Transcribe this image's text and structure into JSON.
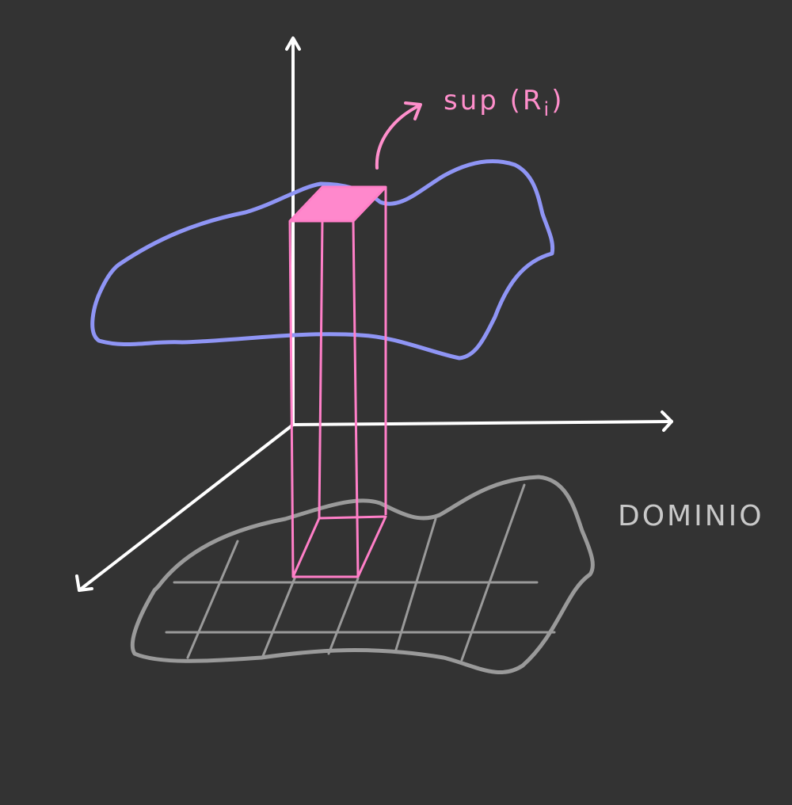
{
  "labels": {
    "supremum": "sup (R",
    "supremum_subscript": "i",
    "supremum_close": ")",
    "domain": "DOMINIO"
  },
  "colors": {
    "background": "#333333",
    "axes": "#ffffff",
    "surface": "#8f95f5",
    "prism": "#ff7fc8",
    "prism_top_fill": "#ff88cc",
    "domain": "#9a9a9a",
    "domain_label": "#c8c8c8",
    "supremum_label": "#ff8fcc"
  }
}
